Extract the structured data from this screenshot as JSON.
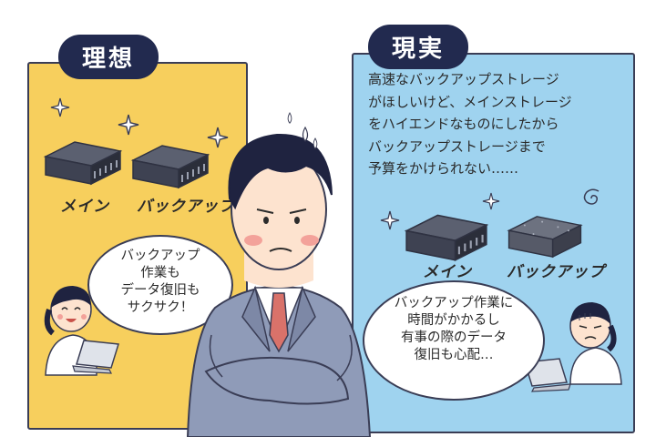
{
  "ideal": {
    "tag": "理想",
    "main_label": "メイン",
    "backup_label": "バックアップ",
    "bubble_lines": [
      "バックアップ",
      "作業も",
      "データ復旧も",
      "サクサク！"
    ]
  },
  "reality": {
    "tag": "現実",
    "text_lines": [
      "高速なバックアップストレージ",
      "がほしいけど、メインストレージ",
      "をハイエンドなものにしたから",
      "バックアップストレージまで",
      "予算をかけられない……"
    ],
    "main_label": "メイン",
    "backup_label": "バックアップ",
    "bubble_lines": [
      "バックアップ作業に",
      "時間がかかるし",
      "有事の際のデータ",
      "復旧も心配…"
    ]
  },
  "colors": {
    "ideal_bg": "#f7cf5d",
    "reality_bg": "#9fd3ef",
    "tag_bg": "#222a4f",
    "suit": "#8f9bb8",
    "tie": "#d9726a"
  },
  "icons": [
    "sparkle-icon",
    "server-icon",
    "laptop-icon",
    "sweat-drop-icon",
    "dizzy-swirl-icon"
  ]
}
